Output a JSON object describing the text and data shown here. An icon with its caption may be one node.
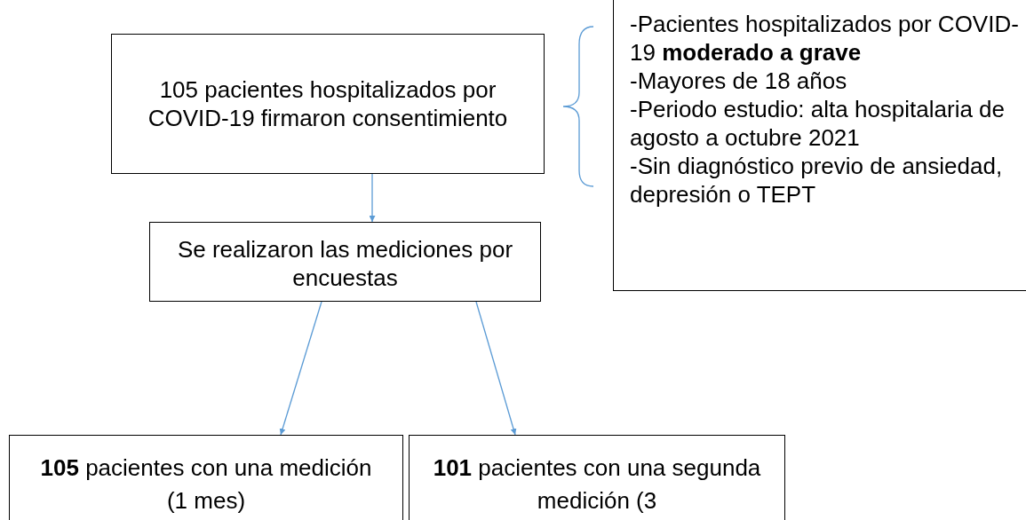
{
  "diagram": {
    "nodes": [
      {
        "text": [
          "105 pacientes hospitalizados por COVID-19 firmaron consentimiento"
        ]
      },
      {
        "text": [
          "Se realizaron las mediciones por encuestas"
        ]
      },
      {
        "text": [
          "**105** pacientes con una medición (1 mes)"
        ]
      },
      {
        "text": [
          "**101** pacientes con una segunda medición (3"
        ]
      },
      {
        "text": [
          "-Pacientes hospitalizados por COVID-19 **moderado a grave**",
          "-Mayores de 18 años",
          "-Periodo estudio: alta hospitalaria de agosto a octubre 2021",
          "-Sin diagnóstico previo de ansiedad, depresión o TEPT"
        ]
      }
    ],
    "edges": [
      {
        "from": 0,
        "to": 1,
        "arrow": "to"
      },
      {
        "from": 1,
        "to": 2,
        "arrow": "to"
      },
      {
        "from": 1,
        "to": 3,
        "arrow": "to"
      }
    ]
  }
}
